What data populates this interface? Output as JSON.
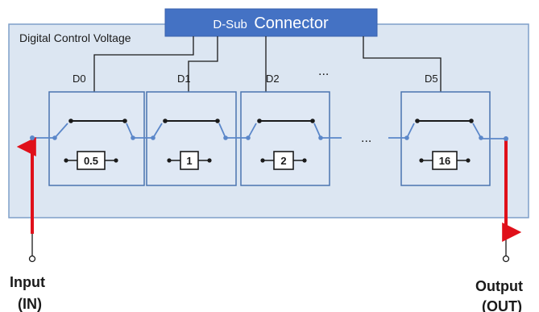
{
  "connector": {
    "prefix": "D-Sub",
    "title": "Connector"
  },
  "panel_label": "Digital Control Voltage",
  "bits": [
    {
      "label": "D0",
      "value": "0.5"
    },
    {
      "label": "D1",
      "value": "1"
    },
    {
      "label": "D2",
      "value": "2"
    },
    {
      "label": "D5",
      "value": "16"
    }
  ],
  "ellipsis": "...",
  "input": {
    "label": "Input",
    "sub": "(IN)"
  },
  "output": {
    "label": "Output",
    "sub": "(OUT)"
  },
  "colors": {
    "panel_fill": "#dce6f2",
    "panel_stroke": "#7f9fc9",
    "module_fill": "#dfe8f4",
    "module_stroke": "#4a74b0",
    "connector_fill": "#4472c4",
    "wire_blue": "#5b87c9",
    "arrow_red": "#e0101a"
  }
}
